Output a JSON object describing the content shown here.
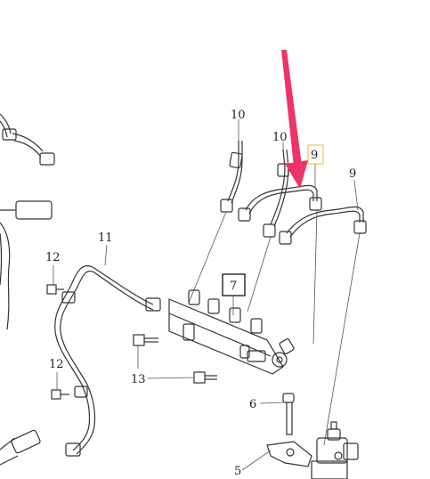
{
  "callouts": [
    {
      "id": "c10a",
      "text": "10"
    },
    {
      "id": "c10b",
      "text": "10"
    },
    {
      "id": "c9a",
      "text": "9"
    },
    {
      "id": "c9b",
      "text": "9"
    },
    {
      "id": "c11",
      "text": "11"
    },
    {
      "id": "c12a",
      "text": "12"
    },
    {
      "id": "c12b",
      "text": "12"
    },
    {
      "id": "c7",
      "text": "7"
    },
    {
      "id": "c13",
      "text": "13"
    },
    {
      "id": "c6",
      "text": "6"
    },
    {
      "id": "c5",
      "text": "5"
    }
  ],
  "colors": {
    "arrow": "#ee3366",
    "highlight_box": "#f2c14e",
    "line": "#333333",
    "fill_part": "#ffffff",
    "shade": "#dddddd"
  }
}
